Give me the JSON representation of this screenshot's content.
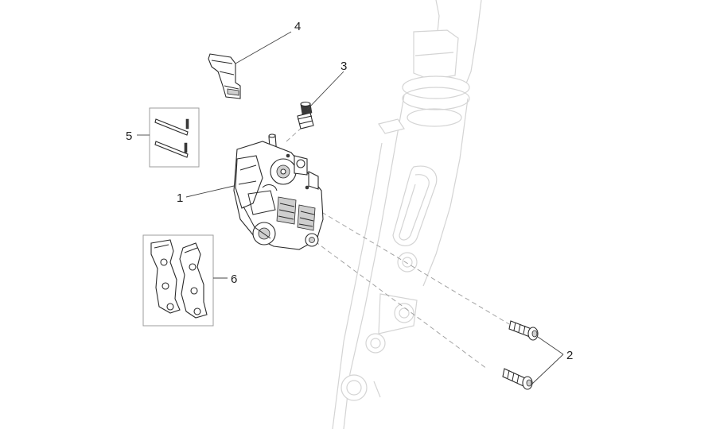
{
  "callouts": {
    "caliper": "1",
    "screws": "2",
    "bleed_valve": "3",
    "clip": "4",
    "pins": "5",
    "pads": "6"
  }
}
